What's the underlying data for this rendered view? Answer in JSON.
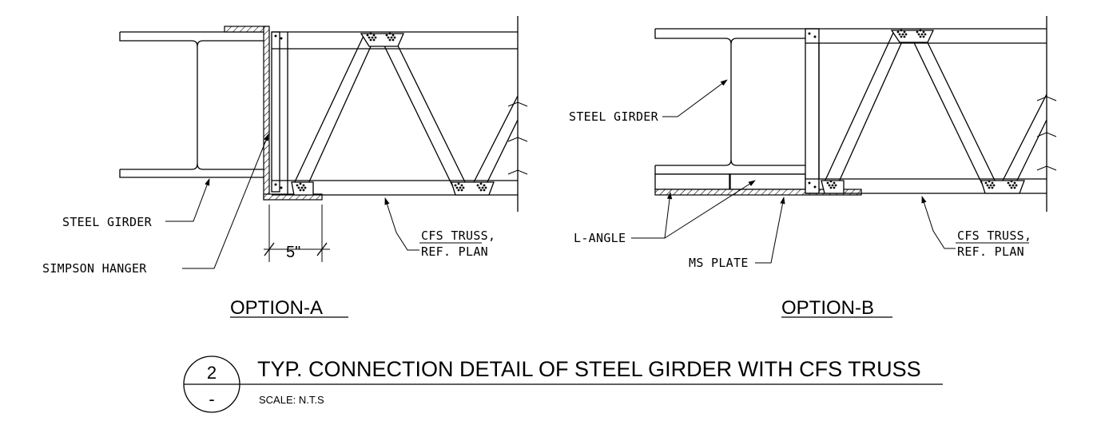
{
  "option_a": {
    "heading": "OPTION-A",
    "labels": {
      "steel_girder": "STEEL GIRDER",
      "simpson_hanger": "SIMPSON HANGER",
      "cfs_truss_line1": "CFS TRUSS,",
      "cfs_truss_line2": "REF. PLAN",
      "dimension": "5\""
    }
  },
  "option_b": {
    "heading": "OPTION-B",
    "labels": {
      "steel_girder": "STEEL GIRDER",
      "l_angle": "L-ANGLE",
      "ms_plate": "MS PLATE",
      "cfs_truss_line1": "CFS TRUSS,",
      "cfs_truss_line2": "REF. PLAN"
    }
  },
  "detail": {
    "number": "2",
    "sheet": "-",
    "title": "TYP. CONNECTION DETAIL OF STEEL GIRDER WITH CFS TRUSS",
    "scale": "SCALE: N.T.S"
  }
}
